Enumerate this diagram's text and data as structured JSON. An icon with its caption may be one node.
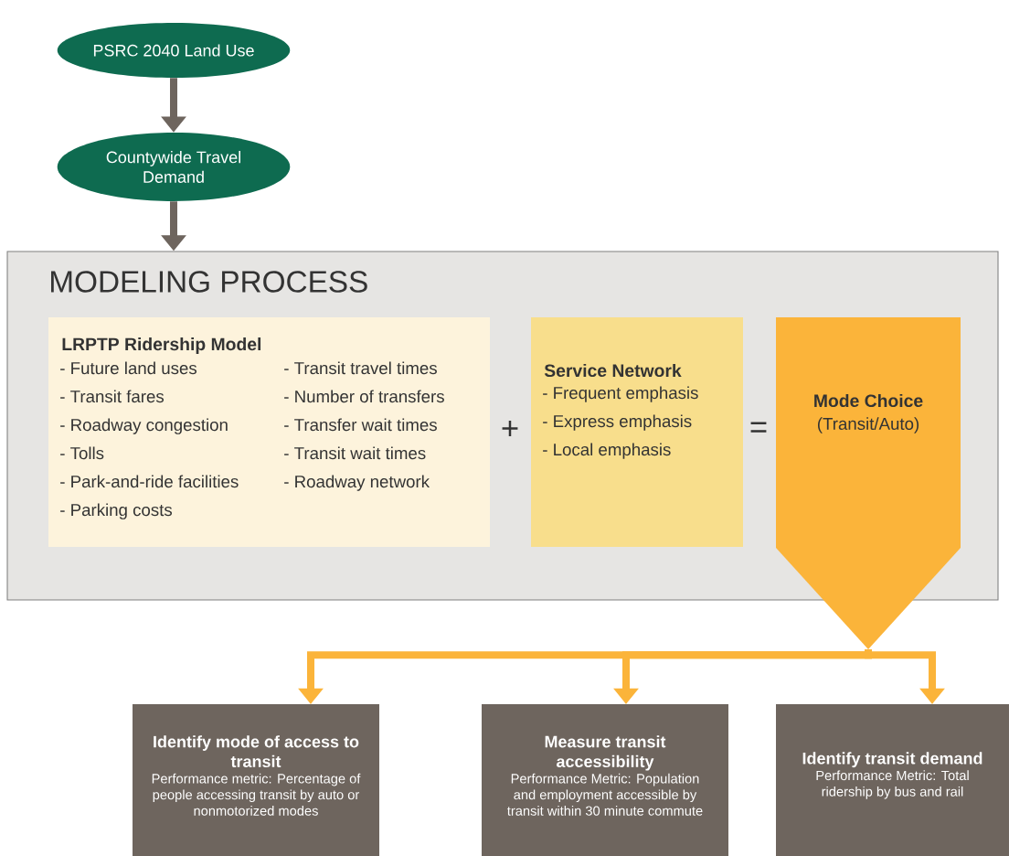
{
  "diagram": {
    "nodes": [
      {
        "text": [
          "PSRC 2040 Land Use"
        ]
      },
      {
        "text": [
          "Countywide Travel Demand"
        ]
      },
      {
        "text": [
          "MODELING PROCESS"
        ]
      },
      {
        "text": [
          "LRPTP Ridership Model",
          "- Future land uses",
          "- Transit fares",
          "- Roadway congestion",
          "- Tolls",
          "- Park-and-ride facilities",
          "- Parking costs",
          "- Transit travel times",
          "- Number of transfers",
          "- Transfer wait times",
          "- Transit wait times",
          "- Roadway network"
        ],
        "in": 2
      },
      {
        "text": [
          "Service Network",
          "- Frequent emphasis",
          "- Express emphasis",
          "- Local emphasis"
        ],
        "in": 2
      },
      {
        "text": [
          "Mode Choice",
          "(Transit/Auto)"
        ]
      },
      {
        "text": [
          "Identify mode of access to transit",
          "Performance metric: Percentage of people accessing transit by auto or nonmotorized modes"
        ]
      },
      {
        "text": [
          "Measure transit accessibility",
          "Performance Metric: Population and employment accessible by transit within 30 minute commute"
        ]
      },
      {
        "text": [
          "Identify transit demand",
          "Performance Metric: Total ridership by bus and rail"
        ]
      }
    ],
    "edges": [
      {
        "from": 0,
        "to": 1,
        "arrow": "to",
        "color": "#6e655e"
      },
      {
        "from": 1,
        "to": 2,
        "arrow": "to",
        "color": "#6e655e"
      },
      {
        "from": 5,
        "to": 6,
        "arrow": "to"
      },
      {
        "from": 5,
        "to": 7,
        "arrow": "to"
      },
      {
        "from": 5,
        "to": 8,
        "arrow": "to"
      }
    ],
    "labels": [
      "+",
      "="
    ]
  }
}
